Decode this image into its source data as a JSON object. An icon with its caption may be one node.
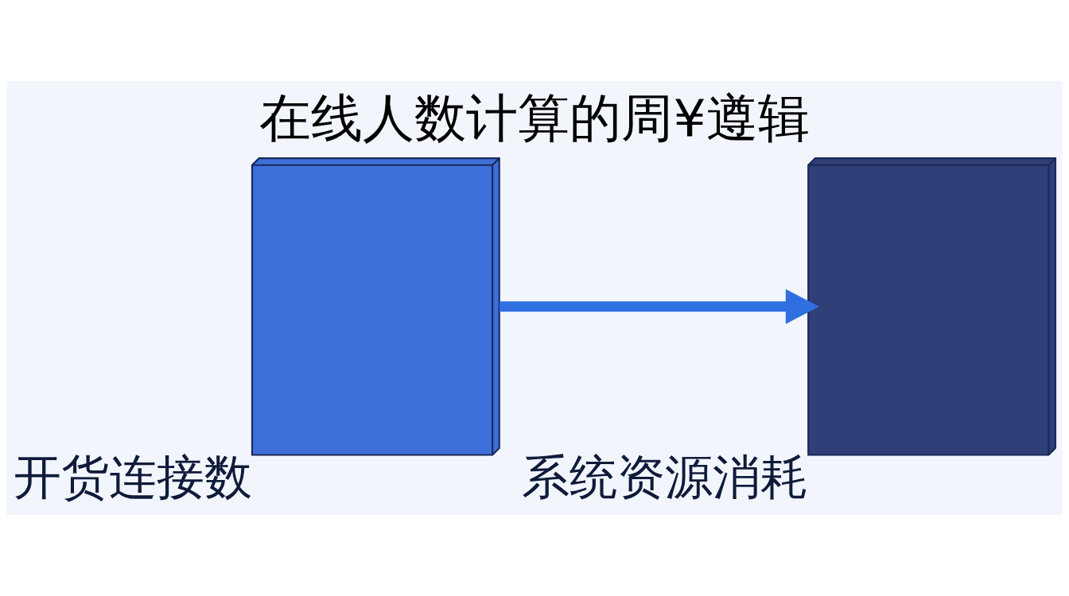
{
  "diagram": {
    "title": "在线人数计算的周¥遵辑",
    "nodes": [
      {
        "text": [],
        "shape": "picture",
        "beside": [
          "开货连接数"
        ]
      },
      {
        "text": [],
        "shape": "picture",
        "beside": [
          "系统资源消耗"
        ]
      }
    ],
    "edges": [
      {
        "from": 0,
        "to": 1,
        "arrow": "to"
      }
    ]
  }
}
